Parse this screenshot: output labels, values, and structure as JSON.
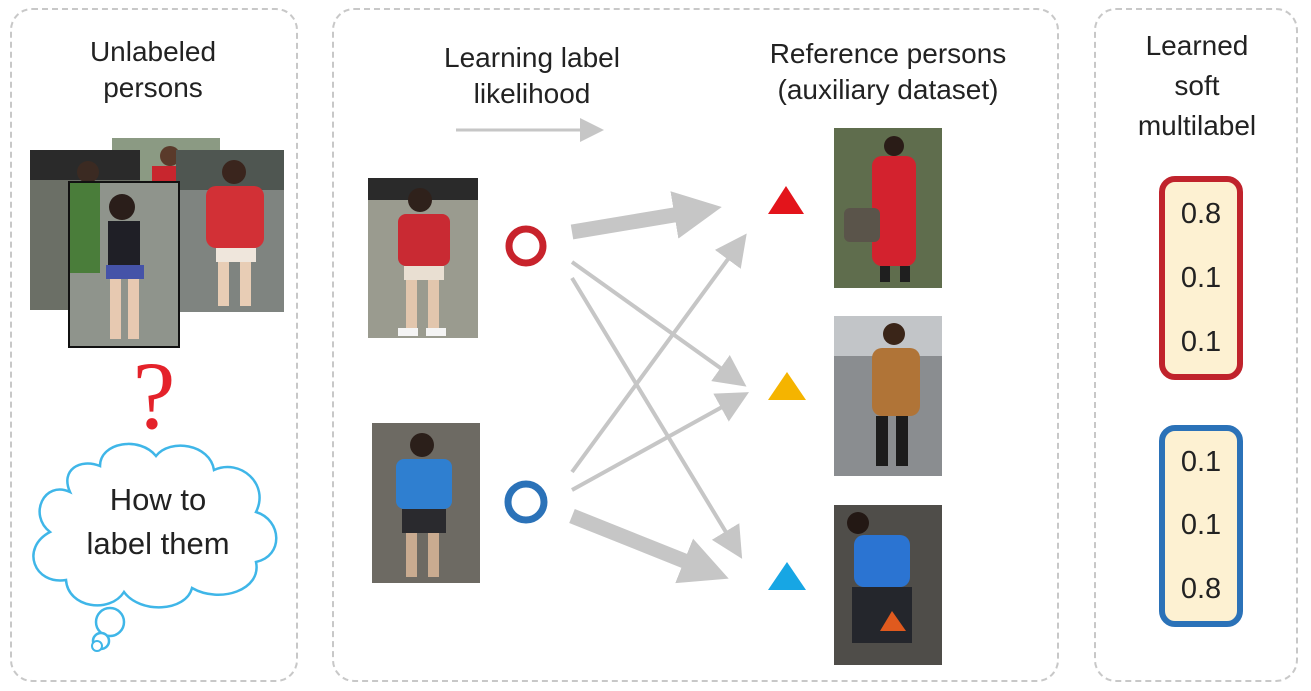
{
  "left_panel": {
    "title": "Unlabeled\npersons",
    "question_mark": "?",
    "thought_bubble_text": "How to\nlabel them"
  },
  "middle_panel": {
    "arrow_caption": "Learning label\nlikelihood",
    "reference_title": "Reference persons\n(auxiliary dataset)"
  },
  "right_panel": {
    "title": "Learned\nsoft\nmultilabel",
    "red_label_values": [
      "0.8",
      "0.1",
      "0.1"
    ],
    "blue_label_values": [
      "0.1",
      "0.1",
      "0.8"
    ]
  },
  "colors": {
    "red": "#c8232c",
    "blue": "#2b72b8",
    "triangle_red": "#e3141b",
    "triangle_yellow": "#f5b400",
    "triangle_blue": "#17a6e4",
    "arrow_gray": "#c6c6c6",
    "panel_border": "#c8c8c8",
    "cloud_outline": "#3fb6e8",
    "label_fill": "#fdf1d2"
  }
}
